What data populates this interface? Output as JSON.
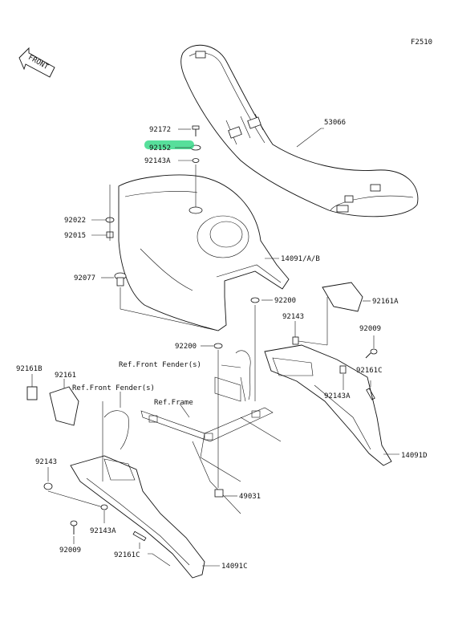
{
  "diagram_code": "F2510",
  "front_indicator": "FRONT",
  "highlight_color": "#39d98a",
  "labels": {
    "l_53066": "53066",
    "l_92172": "92172",
    "l_92152": "92152",
    "l_92143A_top": "92143A",
    "l_92022": "92022",
    "l_92015": "92015",
    "l_14091AB": "14091/A/B",
    "l_92077": "92077",
    "l_92200_a": "92200",
    "l_92161A": "92161A",
    "l_92143_r": "92143",
    "l_92009_r": "92009",
    "l_92200_b": "92200",
    "l_ref_front_fender_1": "Ref.Front Fender(s)",
    "l_92161C_r": "92161C",
    "l_92161B": "92161B",
    "l_92161": "92161",
    "l_ref_front_fender_2": "Ref.Front Fender(s)",
    "l_92143A_r": "92143A",
    "l_ref_frame": "Ref.Frame",
    "l_14091D": "14091D",
    "l_92143_l": "92143",
    "l_49031": "49031",
    "l_92009_l": "92009",
    "l_92143A_l": "92143A",
    "l_92161C_l": "92161C",
    "l_14091C": "14091C"
  }
}
